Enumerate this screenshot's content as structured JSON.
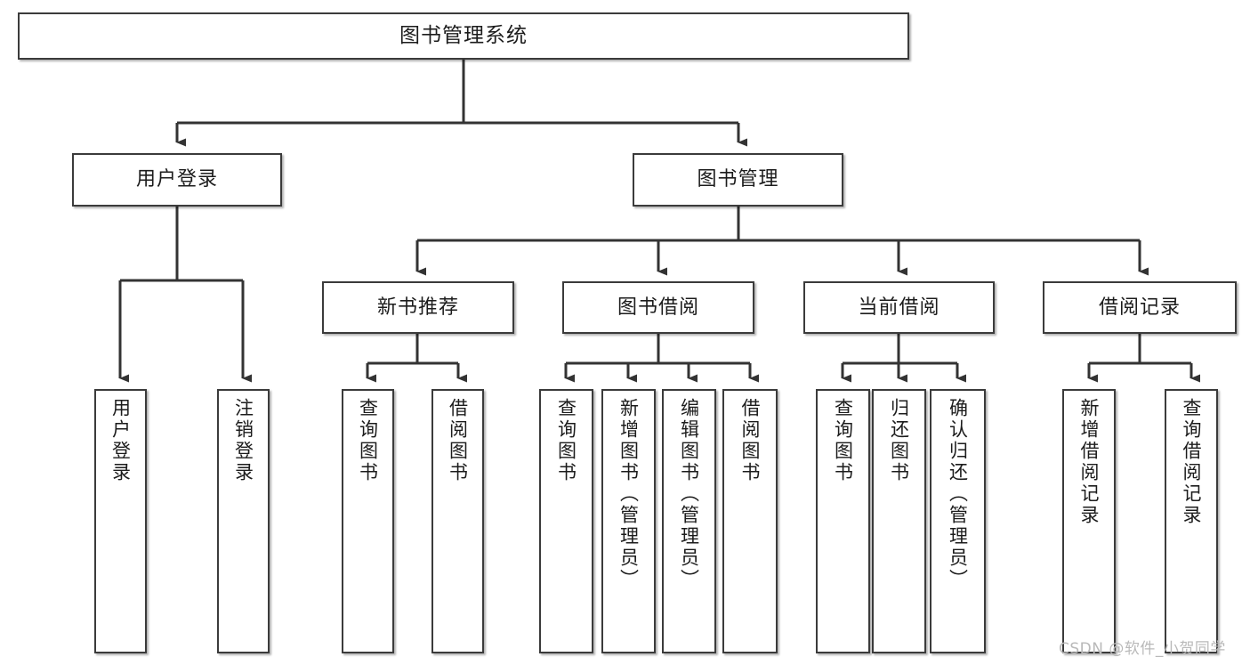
{
  "diagram": {
    "title": "图书管理系统",
    "type": "hierarchy-tree",
    "watermark": "CSDN @软件_小贺同学",
    "colors": {
      "box_border": "#3b3b3b",
      "box_fill": "#ffffff",
      "connector": "#333333",
      "text": "#1c1c1c",
      "watermark": "#b9b9b9",
      "background": "#ffffff"
    }
  },
  "nodes": {
    "root": {
      "label": "图书管理系统"
    },
    "level2": [
      {
        "id": "user-login",
        "label": "用户登录"
      },
      {
        "id": "book-manage",
        "label": "图书管理"
      }
    ],
    "level3": [
      {
        "id": "new-book-recommend",
        "label": "新书推荐"
      },
      {
        "id": "book-borrow",
        "label": "图书借阅"
      },
      {
        "id": "current-borrow",
        "label": "当前借阅"
      },
      {
        "id": "borrow-record",
        "label": "借阅记录"
      }
    ],
    "leaves": {
      "user-login": [
        {
          "id": "leaf-user-login",
          "label": "用户登录"
        },
        {
          "id": "leaf-logout",
          "label": "注销登录"
        }
      ],
      "new-book-recommend": [
        {
          "id": "leaf-query-book-1",
          "label": "查询图书"
        },
        {
          "id": "leaf-borrow-book-1",
          "label": "借阅图书"
        }
      ],
      "book-borrow": [
        {
          "id": "leaf-query-book-2",
          "label": "查询图书"
        },
        {
          "id": "leaf-add-book",
          "label": "新增图书（管理员）"
        },
        {
          "id": "leaf-edit-book",
          "label": "编辑图书（管理员）"
        },
        {
          "id": "leaf-borrow-book-2",
          "label": "借阅图书"
        }
      ],
      "current-borrow": [
        {
          "id": "leaf-query-book-3",
          "label": "查询图书"
        },
        {
          "id": "leaf-return-book",
          "label": "归还图书"
        },
        {
          "id": "leaf-confirm-return",
          "label": "确认归还（管理员）"
        }
      ],
      "borrow-record": [
        {
          "id": "leaf-add-record",
          "label": "新增借阅记录"
        },
        {
          "id": "leaf-query-record",
          "label": "查询借阅记录"
        }
      ]
    }
  }
}
